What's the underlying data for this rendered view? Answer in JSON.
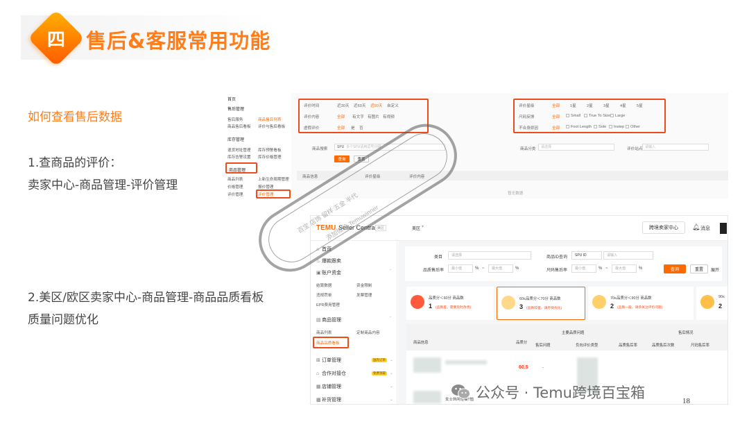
{
  "slide": {
    "number": "四",
    "title": "售后&客服常用功能",
    "subtitle": "如何查看售后数据",
    "step1_line1": "1.查商品的评价：",
    "step1_line2": "卖家中心-商品管理-评价管理",
    "step2_line1": "2.美区/欧区卖家中心-商品管理-商品品质看板",
    "step2_line2": "质量问题优化",
    "page_number": "18",
    "accent_color": "#ff7d1a"
  },
  "watermark": {
    "line1": "百宝 店饰 留样 五金 半代",
    "line2": "添加微信 Temuwinner"
  },
  "footer": {
    "wechat_icon": "wechat-icon",
    "text": "公众号 · Temu跨境百宝箱"
  },
  "shot1": {
    "sidebar": {
      "home": "首页",
      "sec_sales": "售后管理",
      "item_a": "售后服务",
      "item_b": "商品售后列表",
      "item_c": "商品售后看板",
      "item_d": "评价与售后看板",
      "sec_stock": "库存管理",
      "item_e": "退货地址管理",
      "item_f": "库存预警看板",
      "item_g": "库存告警设置",
      "item_h": "库存价格管理",
      "sec_goods": "商品管理",
      "item_i": "商品列表",
      "item_j": "上新生命周期管理",
      "item_k": "价格管理",
      "item_l": "报价管理",
      "item_m": "评价管理",
      "item_n": "评价管理"
    },
    "filters": {
      "eval_time": "评价时间",
      "eval_time_opts": [
        "近30天",
        "近60天",
        "近90天",
        "自定义"
      ],
      "eval_content": "评价内容",
      "eval_content_opts": [
        "全部",
        "有文字",
        "有图片",
        "有视频"
      ],
      "fake_eval": "虚假评价",
      "fake_eval_opts": [
        "全部",
        "是",
        "否"
      ],
      "star": "评价星级",
      "star_opts": [
        "全部",
        "1星",
        "2星",
        "3星",
        "4星",
        "5星"
      ],
      "size": "尺码反馈",
      "size_opts": [
        "全部",
        "Small",
        "True To Size",
        "Large"
      ],
      "fit": "不合身原因",
      "fit_opts": [
        "全部",
        "Foot Length",
        "Sole",
        "Instep",
        "Other"
      ],
      "search_type": "商品搜索",
      "search_type_value": "SPU",
      "search_placeholder": "多个SPU请用逗号分隔",
      "category": "商品分类",
      "category_placeholder": "请选择",
      "site": "评价站点",
      "site_placeholder": "请输入",
      "query": "查询",
      "reset": "重置"
    },
    "table": {
      "col1": "商品信息",
      "col2": "评价星级",
      "col3": "评价内容",
      "empty": "暂无数据"
    }
  },
  "shot2": {
    "logo_temu": "TEMU",
    "logo_sc": "Seller Central",
    "logo_tag": "美区",
    "region": "美区",
    "cross_center": "跨境卖家中心",
    "bell_icon": "bell-icon",
    "messages": "消息",
    "sidebar": {
      "home": "首页",
      "hot": "爆款跟卖",
      "account": "账户资金",
      "acc_a": "结算数据",
      "acc_b": "资金限制",
      "acc_c": "违规罚单",
      "acc_d": "发票管理",
      "acc_e": "EPR费用管理",
      "goods": "商品管理",
      "goods_a": "商品列表",
      "goods_b": "定制商品内容",
      "goods_c": "商品品质看板",
      "orders": "订单管理",
      "orders_badge": "国内订单",
      "coop": "合作对接仓",
      "coop_badge": "免费领取",
      "store": "店铺管理",
      "supply": "补货管理"
    },
    "filters": {
      "category": "类目",
      "category_placeholder": "请选择",
      "goods_id": "商品ID查询",
      "goods_id_type": "SPU ID",
      "goods_id_placeholder": "请输入",
      "quality_rate": "品质售后率",
      "min": "最小值",
      "max": "最大值",
      "pct": "%",
      "dash": "~",
      "size_rate": "尺码售后率",
      "query": "查询",
      "reset": "重置",
      "expand": "展开"
    },
    "cards": [
      {
        "label": "品质分＜60分 商品数",
        "count": "1",
        "note": "(品质差，需要及时改善)"
      },
      {
        "label": "60≤品质分＜70分 商品数",
        "count": "3",
        "note": "(品质较差，请尽快优化)"
      },
      {
        "label": "70≤品质分＜90分 商品数",
        "count": "2",
        "note": "(品质一般，请多关注评价问题)"
      },
      {
        "label": "90≤",
        "count": "2",
        "note": ""
      }
    ],
    "table": {
      "goods_info": "商品信息",
      "quality_score": "品质分",
      "main_issue": "主要品质问题",
      "after_sale_issue": "售后问题",
      "neg_type": "负向评价类型",
      "after_sale": "售后情况",
      "rate": "品质售后率",
      "count": "品质售后次数",
      "size_rate": "尺码售后率",
      "sample_score": "60.5",
      "sample_dash": "-",
      "sample_item": "女士休闲短袖T恤"
    }
  }
}
